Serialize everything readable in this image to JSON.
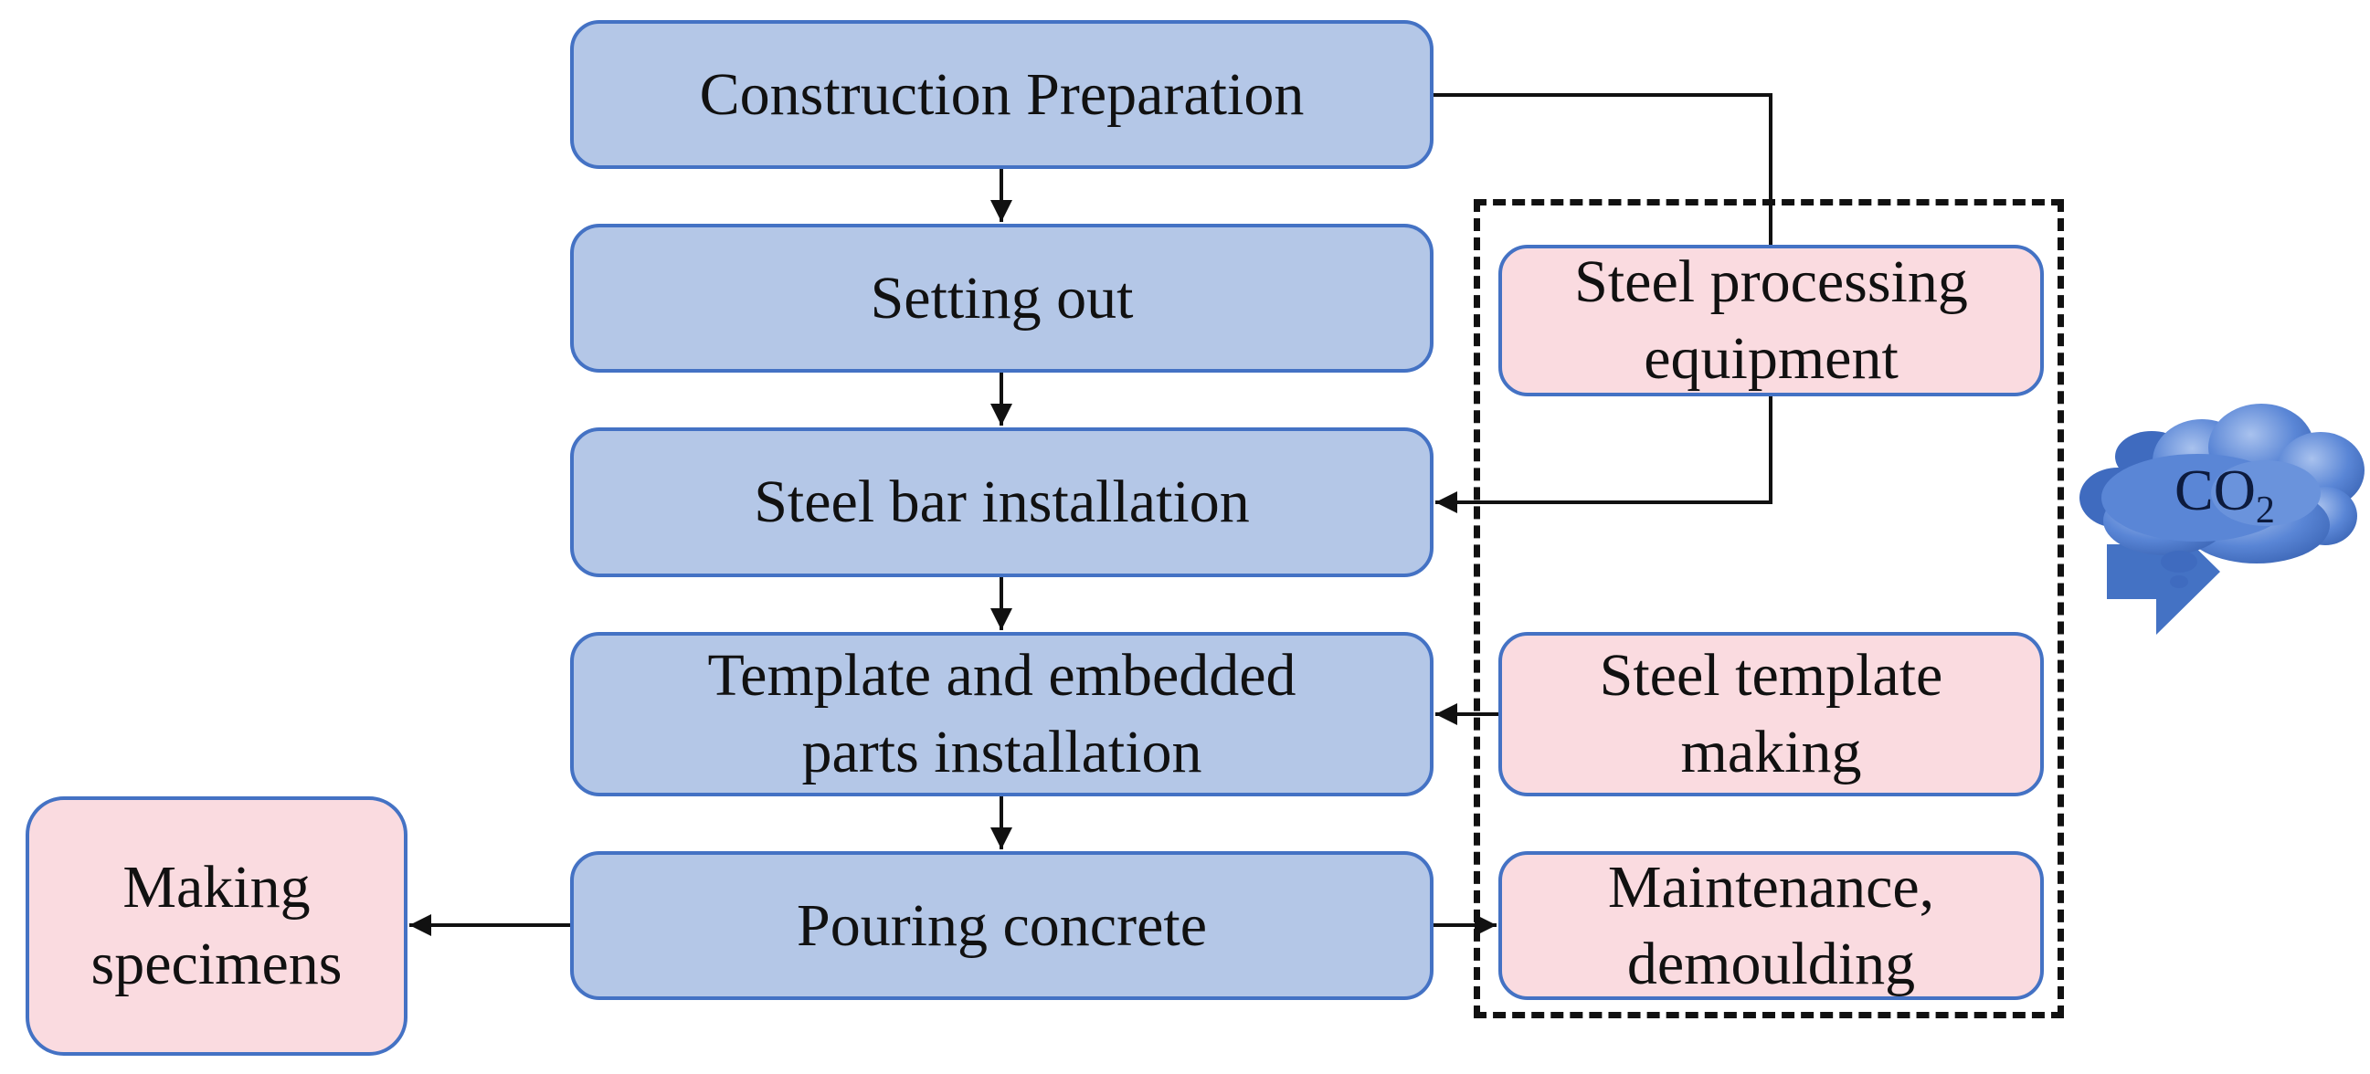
{
  "process_steps": {
    "construction_preparation": "Construction Preparation",
    "setting_out": "Setting out",
    "steel_bar_installation": "Steel bar installation",
    "template_installation": [
      "Template and embedded",
      "parts installation"
    ],
    "pouring_concrete": "Pouring concrete"
  },
  "side_processes": {
    "steel_processing_equipment": [
      "Steel processing",
      "equipment"
    ],
    "steel_template_making": [
      "Steel template",
      "making"
    ],
    "maintenance_demoulding": [
      "Maintenance,",
      "demoulding"
    ],
    "making_specimens": [
      "Making",
      "specimens"
    ]
  },
  "emission": {
    "label": "CO",
    "subscript": "2"
  },
  "colors": {
    "main_fill": "#b4c7e7",
    "side_fill": "#fadbe0",
    "border": "#4472c4",
    "cloud": "#4a78c9",
    "arrow": "#111111"
  }
}
